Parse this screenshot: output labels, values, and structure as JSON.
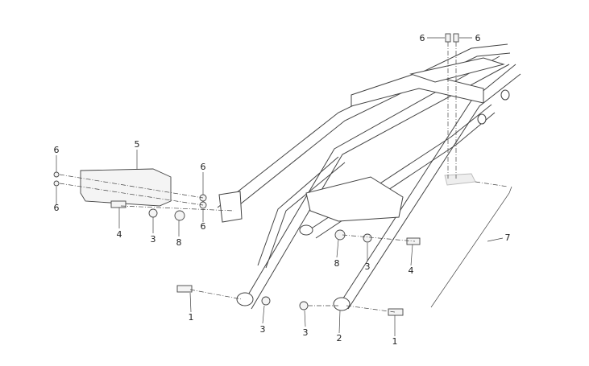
{
  "title": "Rear subframe exploded parts diagram",
  "callouts": [
    {
      "id": "c1",
      "text": "6"
    },
    {
      "id": "c2",
      "text": "6"
    },
    {
      "id": "c3",
      "text": "5"
    },
    {
      "id": "c4",
      "text": "6"
    },
    {
      "id": "c5",
      "text": "6"
    },
    {
      "id": "c6",
      "text": "6"
    },
    {
      "id": "c7",
      "text": "6"
    },
    {
      "id": "c8",
      "text": "4"
    },
    {
      "id": "c9",
      "text": "3"
    },
    {
      "id": "c10",
      "text": "8"
    },
    {
      "id": "c11",
      "text": "7"
    },
    {
      "id": "c12",
      "text": "8"
    },
    {
      "id": "c13",
      "text": "3"
    },
    {
      "id": "c14",
      "text": "4"
    },
    {
      "id": "c15",
      "text": "1"
    },
    {
      "id": "c16",
      "text": "3"
    },
    {
      "id": "c17",
      "text": "3"
    },
    {
      "id": "c18",
      "text": "2"
    },
    {
      "id": "c19",
      "text": "1"
    }
  ]
}
